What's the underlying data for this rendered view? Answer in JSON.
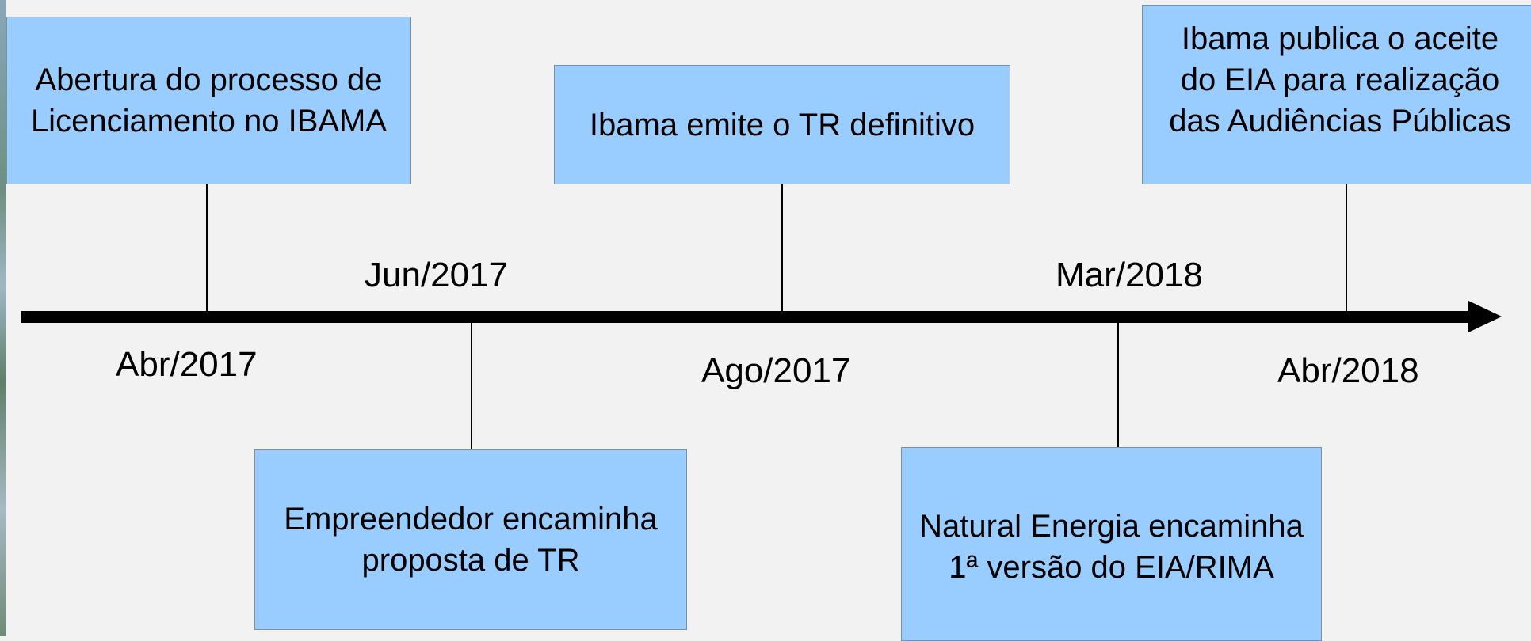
{
  "timeline": {
    "events": [
      {
        "text": "Abertura do processo de\nLicenciamento no IBAMA",
        "date": "Abr/2017"
      },
      {
        "text": "Empreendedor encaminha\nproposta de TR",
        "date": "Jun/2017"
      },
      {
        "text": "Ibama emite o TR definitivo",
        "date": "Ago/2017"
      },
      {
        "text": "Natural Energia encaminha\n1ª versão do EIA/RIMA",
        "date": "Mar/2018"
      },
      {
        "text": "Ibama publica o aceite\ndo EIA para realização\ndas Audiências Públicas",
        "date": "Abr/2018"
      }
    ]
  },
  "colors": {
    "background": "#f2f2f2",
    "box_fill": "#99ccff",
    "box_border": "#7f8fa0",
    "axis": "#000000"
  }
}
